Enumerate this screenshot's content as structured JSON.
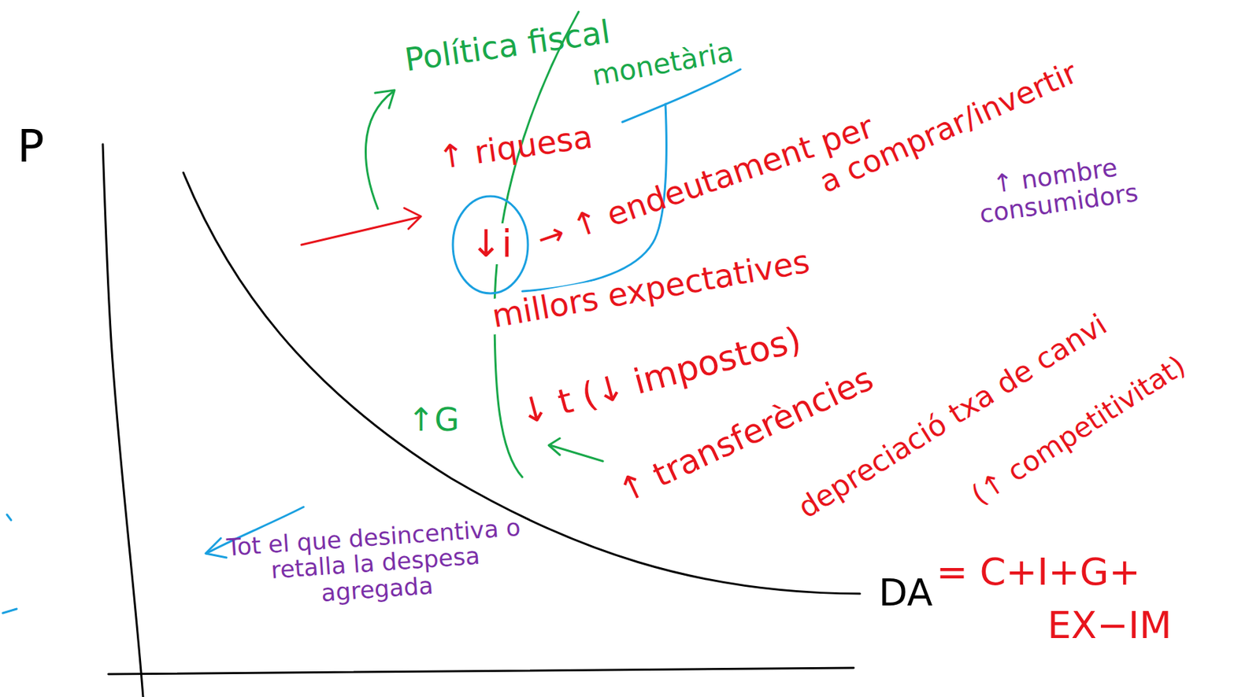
{
  "diagram": {
    "labels": [
      "P",
      "Política fiscal",
      "monetària",
      "↑ riquesa",
      "↓i",
      "→ ↑ endeutament per",
      "a comprar/invertir",
      "millors expectatives",
      "↑ nombre consumidors",
      "↑G",
      "↓ t (↓ impostos)",
      "↑ transferències",
      "depreciació txa de canvi",
      "(↑ competitivitat)",
      "Tot el que desincentiva o retalla la despesa agregada",
      "DA",
      "= C+I+G+",
      "EX−IM"
    ]
  }
}
